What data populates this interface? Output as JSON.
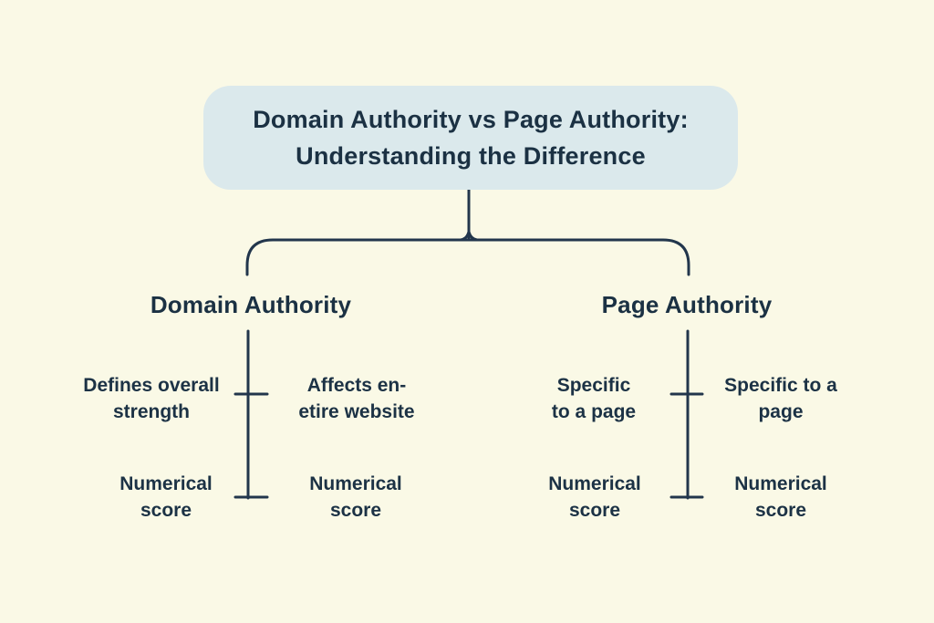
{
  "title": {
    "text": "Domain Authority vs Page Authority:\nUnderstanding the Difference"
  },
  "branches": [
    {
      "heading": "Domain Authority",
      "cells": {
        "top_left": "Defines overall\nstrength",
        "top_right": "Affects en-\netire website",
        "bottom_left": "Numerical\nscore",
        "bottom_right": "Numerical\nscore"
      }
    },
    {
      "heading": "Page Authority",
      "cells": {
        "top_left": "Specific\nto a page",
        "top_right": "Specific to a\npage",
        "bottom_left": "Numerical\nscore",
        "bottom_right": "Numerical\nscore"
      }
    }
  ],
  "colors": {
    "background": "#FAF9E6",
    "title_box": "#DBE9EC",
    "text": "#1C3245",
    "line": "#22364C"
  }
}
